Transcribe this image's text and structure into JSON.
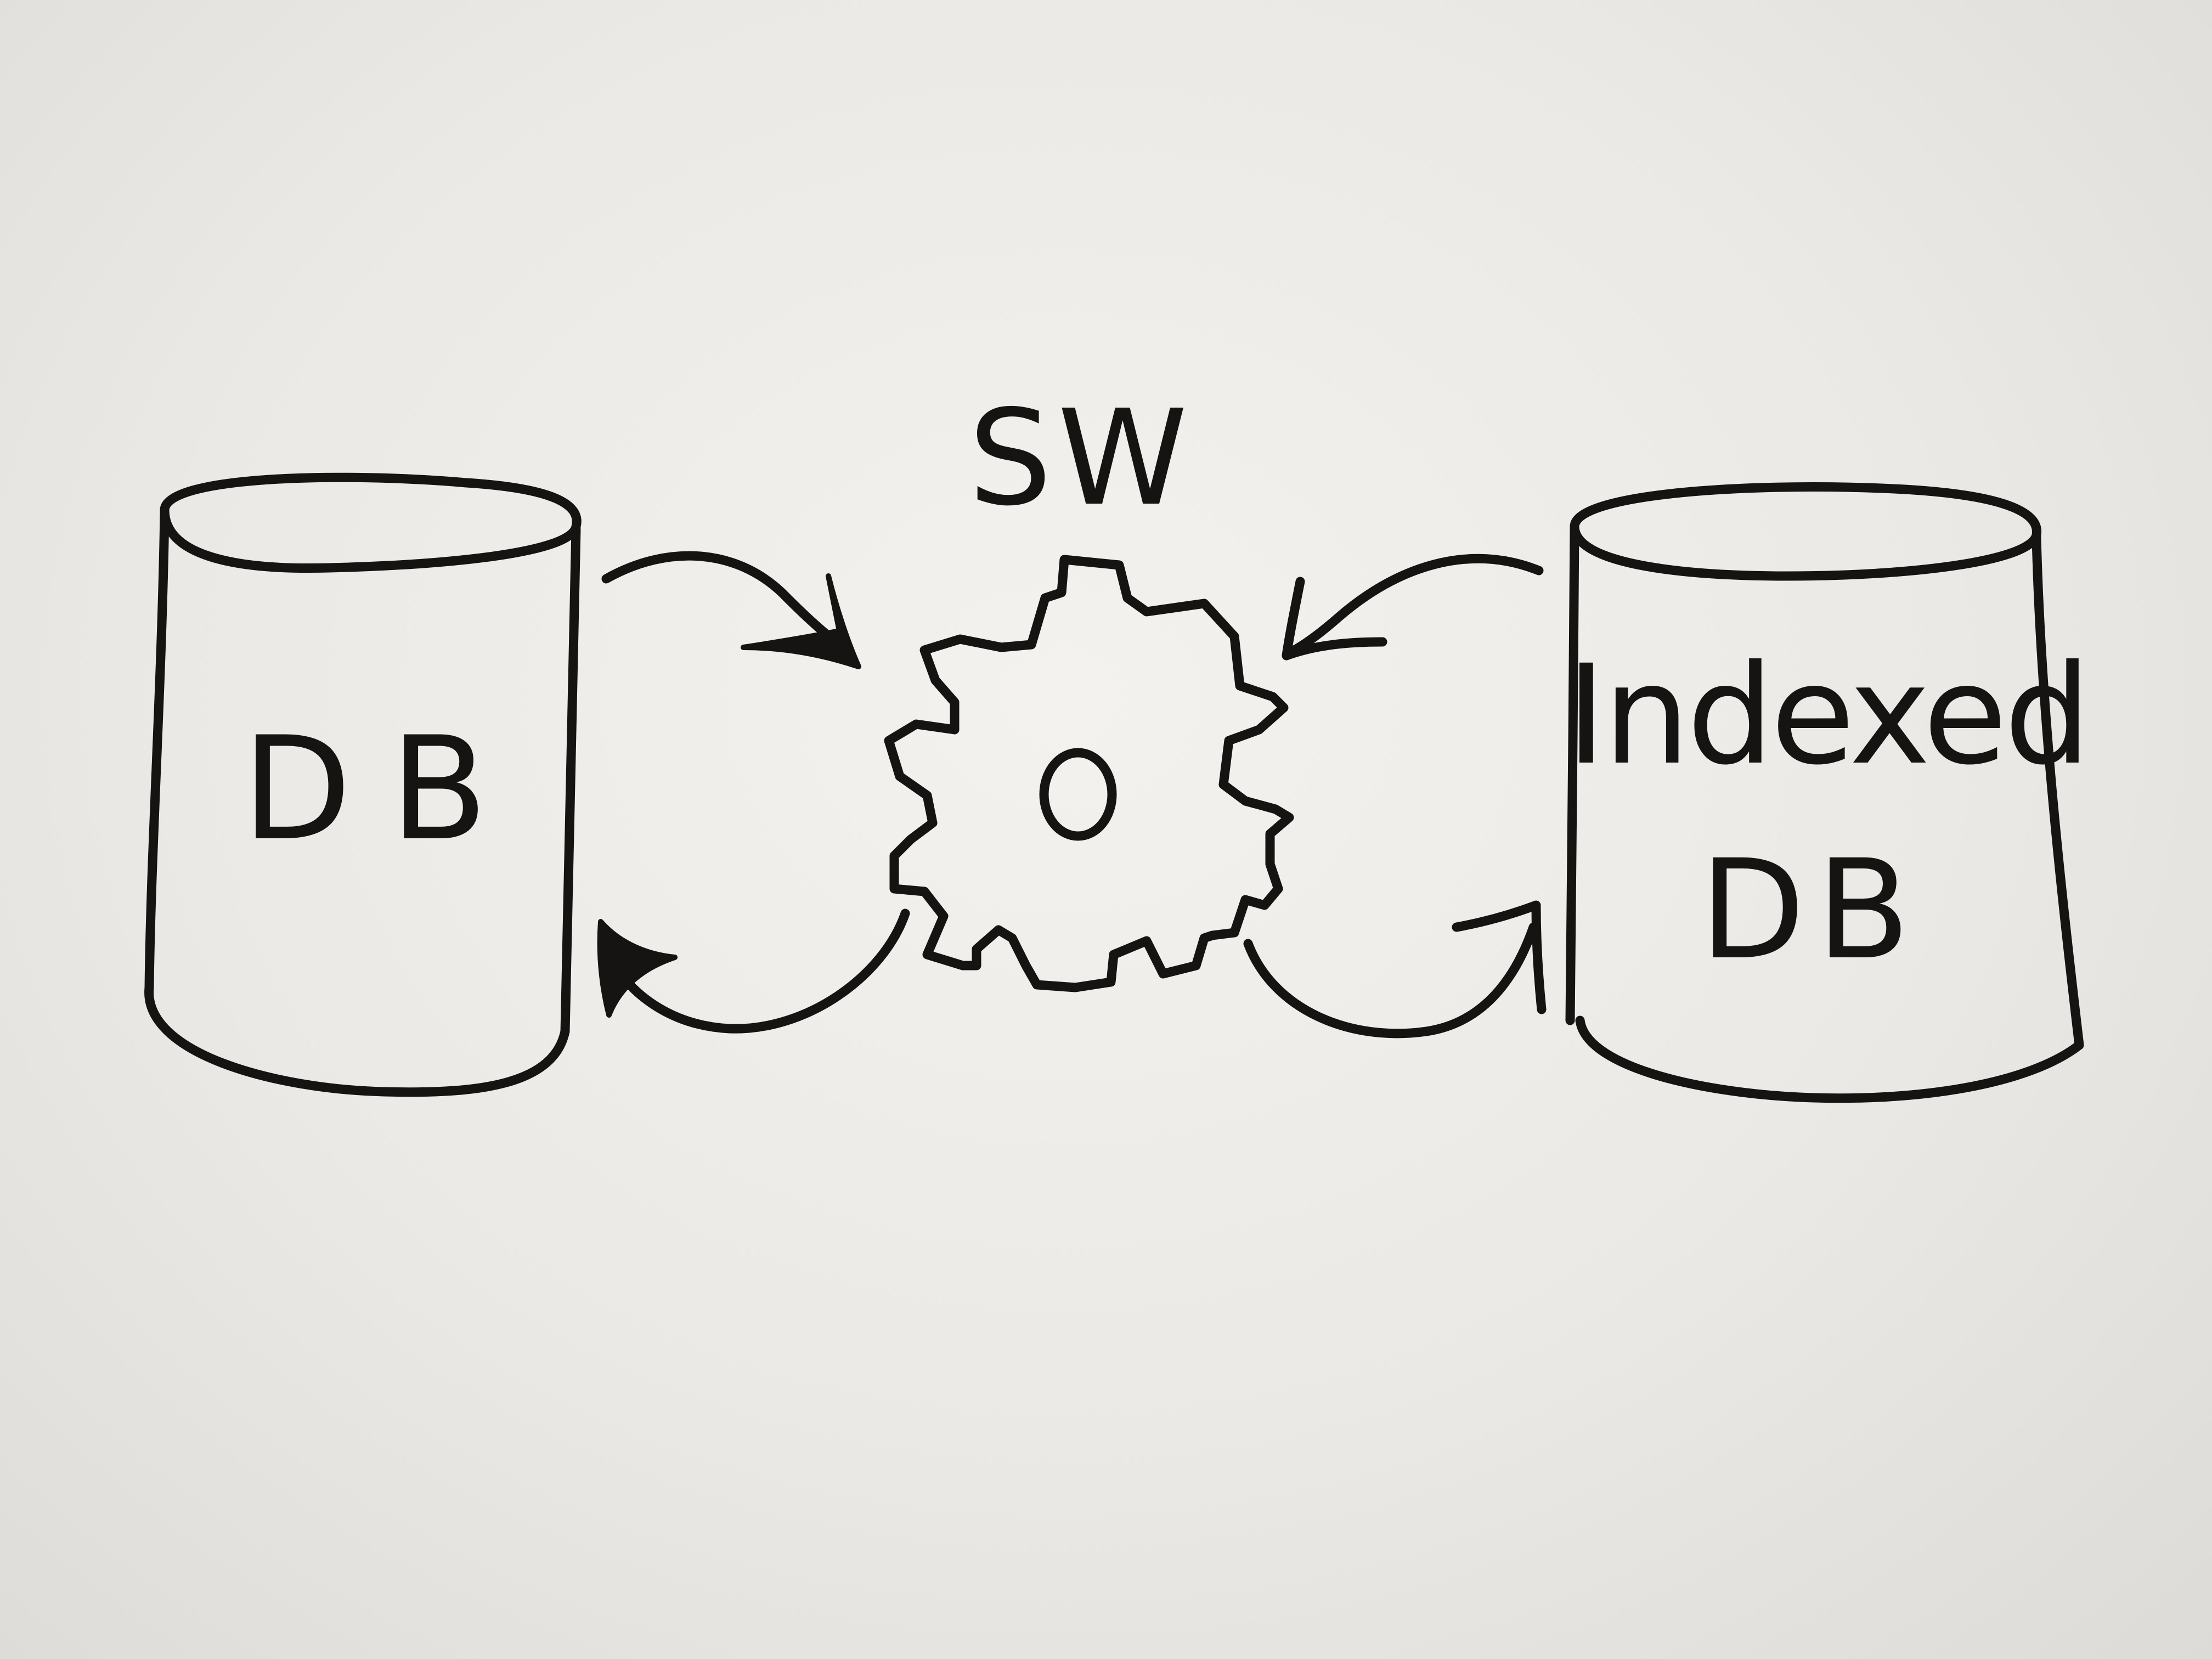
{
  "diagram": {
    "nodes": [
      {
        "id": "db",
        "label": "DB",
        "shape": "cylinder"
      },
      {
        "id": "sw",
        "label": "SW",
        "shape": "gear"
      },
      {
        "id": "indexed-db",
        "label_line1": "Indexed",
        "label_line2": "DB",
        "shape": "cylinder"
      }
    ],
    "edges": [
      {
        "from": "db",
        "to": "sw"
      },
      {
        "from": "sw",
        "to": "db"
      },
      {
        "from": "indexed-db",
        "to": "sw"
      },
      {
        "from": "sw",
        "to": "indexed-db"
      }
    ]
  },
  "style": {
    "ink_color": "#161412",
    "paper_color": "#ebe9e5"
  }
}
